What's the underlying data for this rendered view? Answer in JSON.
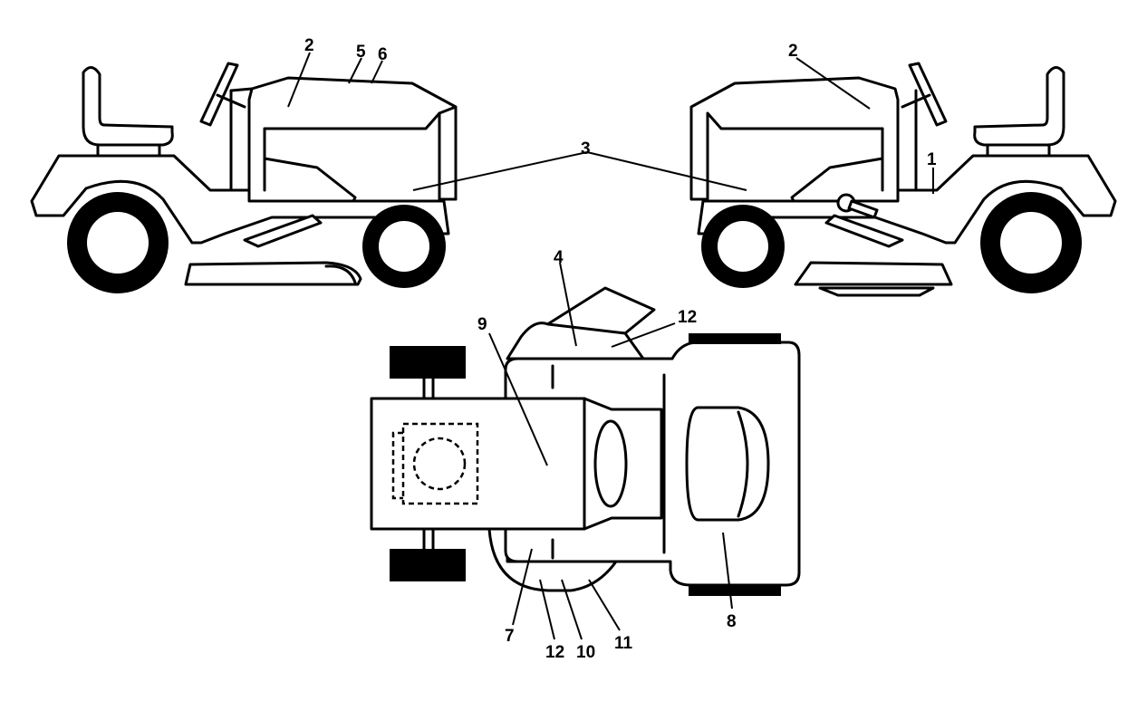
{
  "callouts": {
    "c1": "1",
    "c2_left": "2",
    "c2_right": "2",
    "c3": "3",
    "c4": "4",
    "c5": "5",
    "c6": "6",
    "c7": "7",
    "c8": "8",
    "c9": "9",
    "c10": "10",
    "c11": "11",
    "c12_top": "12",
    "c12_bottom": "12"
  },
  "colors": {
    "line": "#000000",
    "background": "#ffffff"
  }
}
